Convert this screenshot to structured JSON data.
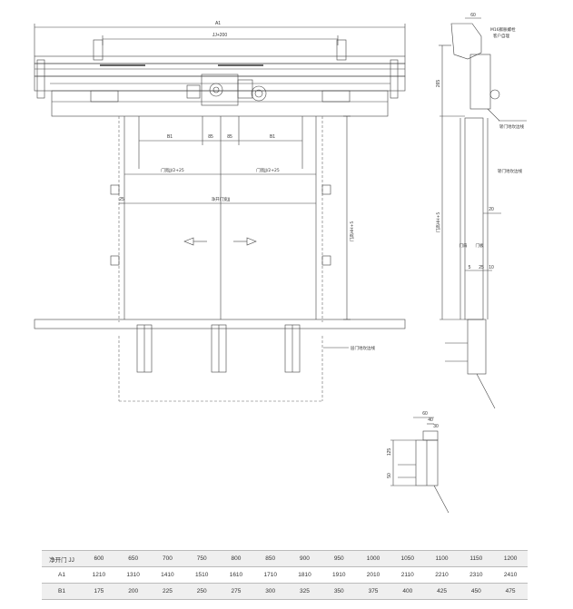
{
  "labels": {
    "a1": "A1",
    "jj200": "JJ+200",
    "b1": "B1",
    "d85": "85",
    "door_width_half": "门宽JJ/2+25",
    "d25": "25",
    "clear_width": "净开门宽JJ",
    "height_label": "门高HH+5",
    "mid_line": "层门地坎边线",
    "side_60": "60",
    "m16": "M16膨胀螺栓",
    "m16_sub": "客户自理",
    "side_265": "265",
    "car_sill": "轿门地坎边线",
    "sill_line": "轿门地坎边线",
    "side_height": "门高HH+5",
    "side_20": "20",
    "door_leaf": "门扇",
    "door_panel": "门板",
    "s5": "5",
    "s25": "25",
    "s10": "10",
    "d60": "60",
    "d40": "40",
    "d30": "30",
    "d125": "125",
    "d50": "50"
  },
  "table": {
    "header": "净开门 JJ",
    "rows": [
      {
        "name": "净开门 JJ",
        "values": [
          "600",
          "650",
          "700",
          "750",
          "800",
          "850",
          "900",
          "950",
          "1000",
          "1050",
          "1100",
          "1150",
          "1200"
        ]
      },
      {
        "name": "A1",
        "values": [
          "1210",
          "1310",
          "1410",
          "1510",
          "1610",
          "1710",
          "1810",
          "1910",
          "2010",
          "2110",
          "2210",
          "2310",
          "2410"
        ]
      },
      {
        "name": "B1",
        "values": [
          "175",
          "200",
          "225",
          "250",
          "275",
          "300",
          "325",
          "350",
          "375",
          "400",
          "425",
          "450",
          "475"
        ]
      }
    ]
  }
}
